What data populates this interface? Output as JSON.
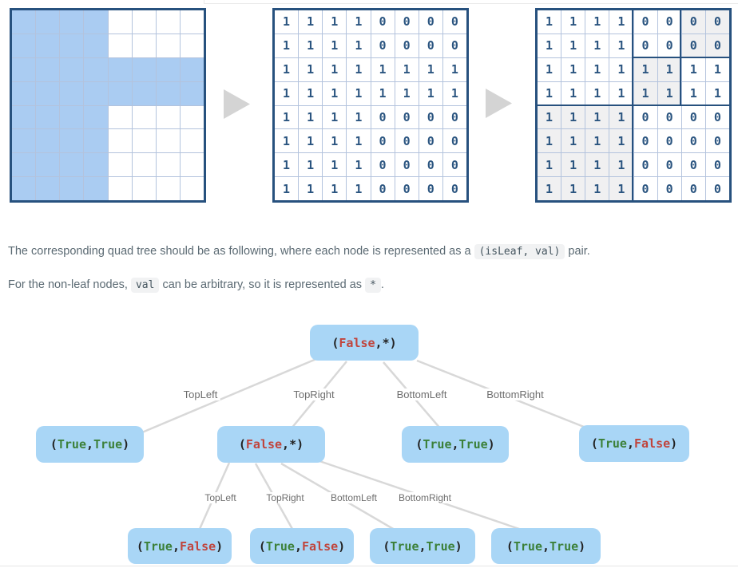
{
  "colors": {
    "grid_fill_blue": "#aaccf2",
    "grid_line": "#b3c3dd",
    "grid_border": "#27517e",
    "matrix_digit": "#2b5580",
    "shaded_cell": "#f0f0f1",
    "arrow": "#d4d4d4",
    "node_bg": "#a9d6f6",
    "node_text": "#222222",
    "edge_line": "#d8d8d8",
    "edge_label": "#6e6e6e",
    "value_colors": {
      "True": "#3c8039",
      "False": "#c0443c",
      "*": "#222222"
    }
  },
  "figure": {
    "grid_image": {
      "rows": [
        [
          1,
          1,
          1,
          1,
          0,
          0,
          0,
          0
        ],
        [
          1,
          1,
          1,
          1,
          0,
          0,
          0,
          0
        ],
        [
          1,
          1,
          1,
          1,
          1,
          1,
          1,
          1
        ],
        [
          1,
          1,
          1,
          1,
          1,
          1,
          1,
          1
        ],
        [
          1,
          1,
          1,
          1,
          0,
          0,
          0,
          0
        ],
        [
          1,
          1,
          1,
          1,
          0,
          0,
          0,
          0
        ],
        [
          1,
          1,
          1,
          1,
          0,
          0,
          0,
          0
        ],
        [
          1,
          1,
          1,
          1,
          0,
          0,
          0,
          0
        ]
      ]
    },
    "matrix": {
      "rows": [
        [
          1,
          1,
          1,
          1,
          0,
          0,
          0,
          0
        ],
        [
          1,
          1,
          1,
          1,
          0,
          0,
          0,
          0
        ],
        [
          1,
          1,
          1,
          1,
          1,
          1,
          1,
          1
        ],
        [
          1,
          1,
          1,
          1,
          1,
          1,
          1,
          1
        ],
        [
          1,
          1,
          1,
          1,
          0,
          0,
          0,
          0
        ],
        [
          1,
          1,
          1,
          1,
          0,
          0,
          0,
          0
        ],
        [
          1,
          1,
          1,
          1,
          0,
          0,
          0,
          0
        ],
        [
          1,
          1,
          1,
          1,
          0,
          0,
          0,
          0
        ]
      ]
    },
    "partitioned_matrix": {
      "rows": [
        [
          1,
          1,
          1,
          1,
          0,
          0,
          0,
          0
        ],
        [
          1,
          1,
          1,
          1,
          0,
          0,
          0,
          0
        ],
        [
          1,
          1,
          1,
          1,
          1,
          1,
          1,
          1
        ],
        [
          1,
          1,
          1,
          1,
          1,
          1,
          1,
          1
        ],
        [
          1,
          1,
          1,
          1,
          0,
          0,
          0,
          0
        ],
        [
          1,
          1,
          1,
          1,
          0,
          0,
          0,
          0
        ],
        [
          1,
          1,
          1,
          1,
          0,
          0,
          0,
          0
        ],
        [
          1,
          1,
          1,
          1,
          0,
          0,
          0,
          0
        ]
      ],
      "shaded_regions": [
        [
          0,
          6,
          1,
          7
        ],
        [
          2,
          4,
          3,
          5
        ],
        [
          4,
          0,
          7,
          3
        ]
      ]
    }
  },
  "text": {
    "p1_before": "The corresponding quad tree should be as following, where each node is represented as a ",
    "p1_code": "(isLeaf, val)",
    "p1_after": " pair.",
    "p2_before": "For the non-leaf nodes, ",
    "p2_code1": "val",
    "p2_middle": " can be arbitrary, so it is represented as ",
    "p2_code2": "*",
    "p2_after": "."
  },
  "tree": {
    "edge_labels_level1": [
      "TopLeft",
      "TopRight",
      "BottomLeft",
      "BottomRight"
    ],
    "edge_labels_level2": [
      "TopLeft",
      "TopRight",
      "BottomLeft",
      "BottomRight"
    ],
    "root": {
      "isLeaf": "False",
      "val": "*"
    },
    "level2": [
      {
        "isLeaf": "True",
        "val": "True"
      },
      {
        "isLeaf": "False",
        "val": "*"
      },
      {
        "isLeaf": "True",
        "val": "True"
      },
      {
        "isLeaf": "True",
        "val": "False"
      }
    ],
    "level3": [
      {
        "isLeaf": "True",
        "val": "False"
      },
      {
        "isLeaf": "True",
        "val": "False"
      },
      {
        "isLeaf": "True",
        "val": "True"
      },
      {
        "isLeaf": "True",
        "val": "True"
      }
    ]
  }
}
